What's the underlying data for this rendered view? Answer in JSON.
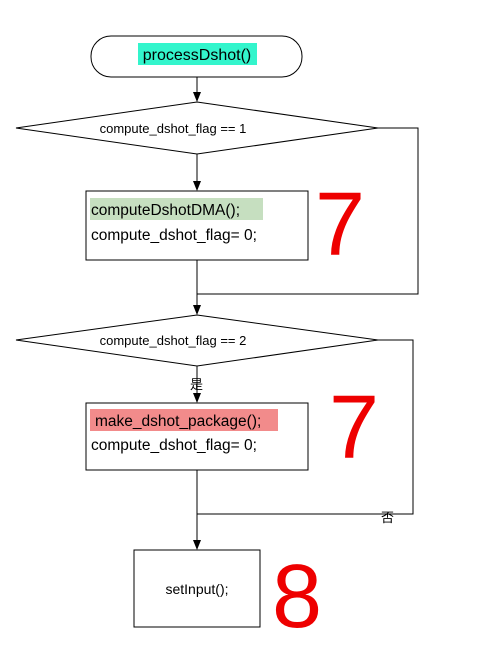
{
  "colors": {
    "line": "#000000",
    "start_highlight": "#33f5cc",
    "dma_highlight": "#c6dfc0",
    "package_highlight": "#f28b8b",
    "big_number": "#ee0000"
  },
  "nodes": {
    "start": {
      "label": "processDshot()"
    },
    "decision1": {
      "label": "compute_dshot_flag == 1"
    },
    "process1": {
      "line1": "computeDshotDMA();",
      "line2": "compute_dshot_flag= 0;"
    },
    "decision2": {
      "label": "compute_dshot_flag == 2"
    },
    "process2": {
      "line1": "make_dshot_package();",
      "line2": "compute_dshot_flag= 0;"
    },
    "process3": {
      "label": "setInput();"
    }
  },
  "edge_labels": {
    "yes": "是",
    "no": "否"
  },
  "annotations": {
    "num1": "7",
    "num2": "7",
    "num3": "8"
  }
}
